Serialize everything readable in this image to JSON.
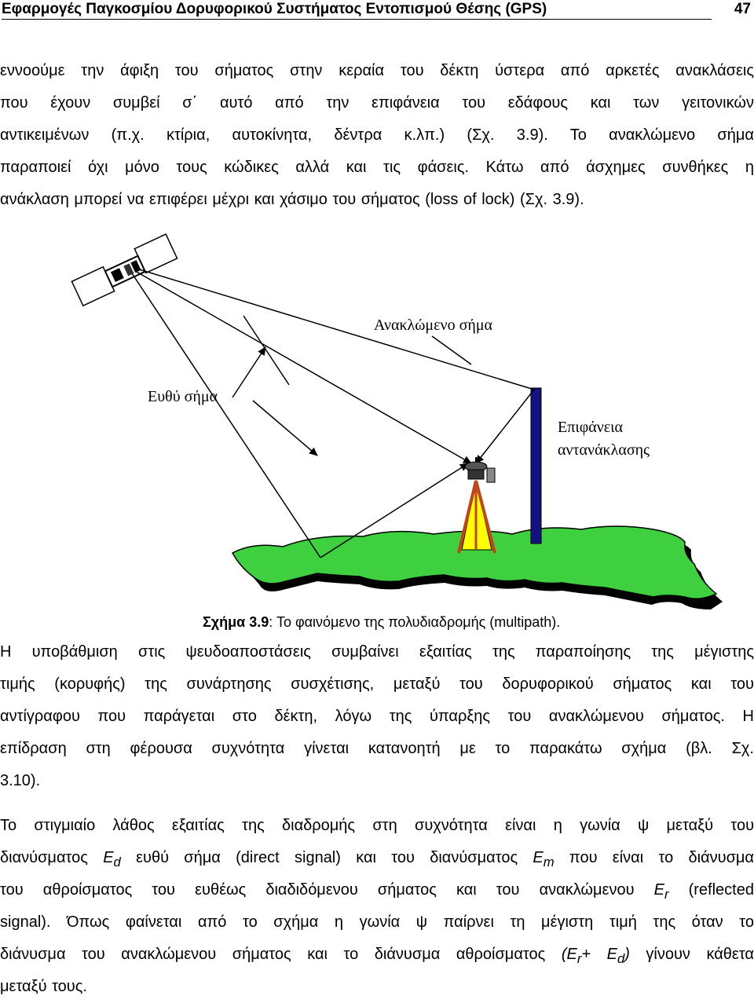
{
  "header": {
    "title": "Εφαρμογές Παγκοσμίου Δορυφορικού Συστήματος Εντοπισμού Θέσης (GPS)",
    "page_number": "47"
  },
  "paragraph1": {
    "lines": [
      "εννοούμε την άφιξη του σήματος στην κεραία του δέκτη ύστερα από αρκετές ανακλάσεις",
      "που έχουν συμβεί σ΄ αυτό από την επιφάνεια του εδάφους και των γειτονικών",
      "αντικειμένων (π.χ. κτίρια, αυτοκίνητα, δέντρα κ.λπ.) (Σχ. 3.9). Το ανακλώμενο σήμα",
      "παραποιεί όχι μόνο τους κώδικες αλλά και τις φάσεις. Κάτω από άσχημες συνθήκες η",
      "ανάκλαση μπορεί να επιφέρει μέχρι και χάσιμο του σήματος (loss of lock) (Σχ. 3.9)."
    ]
  },
  "figure": {
    "label_reflected": "Ανακλώμενο σήμα",
    "label_direct": "Ευθύ σήμα",
    "label_surface_line1": "Επιφάνεια",
    "label_surface_line2": "αντανάκλασης",
    "caption_bold": "Σχήμα 3.9",
    "caption_text": ": Το φαινόμενο της πολυδιαδρομής (multipath)."
  },
  "paragraph2": {
    "lines": [
      "Η υποβάθμιση στις ψευδοαποστάσεις συμβαίνει εξαιτίας της παραποίησης της μέγιστης",
      "τιμής (κορυφής) της συνάρτησης συσχέτισης, μεταξύ του δορυφορικού σήματος και του",
      "αντίγραφου που παράγεται στο δέκτη, λόγω της ύπαρξης του ανακλώμενου σήματος. Η",
      "επίδραση στη φέρουσα συχνότητα γίνεται κατανοητή με το παρακάτω σχήμα (βλ. Σχ.",
      "3.10)."
    ]
  },
  "paragraph3": {
    "l1": "Το στιγμιαίο λάθος εξαιτίας της διαδρομής στη συχνότητα είναι η γωνία ψ μεταξύ του",
    "l2_a": "διανύσματος ",
    "l2_E": "E",
    "l2_d": "d",
    "l2_b": " ευθύ σήμα (direct signal) και του διανύσματος ",
    "l2_E2": "E",
    "l2_m": "m",
    "l2_c": " που είναι το διάνυσμα",
    "l3_a": "του αθροίσματος του ευθέως διαδιδόμενου σήματος και του ανακλώμενου ",
    "l3_E": "E",
    "l3_r": "r",
    "l3_b": " (reflected",
    "l4": "signal). Όπως φαίνεται από το σχήμα η γωνία ψ παίρνει τη μέγιστη τιμή της όταν το",
    "l5_a": "διάνυσμα του ανακλώμενου σήματος και το διάνυσμα αθροίσματος ",
    "l5_paren_open": "(",
    "l5_E1": "E",
    "l5_r": "r",
    "l5_plus": "+ ",
    "l5_E2": "E",
    "l5_d": "d",
    "l5_paren_close": ")",
    "l5_b": " γίνουν κάθετα",
    "l6": "μεταξύ τους."
  }
}
